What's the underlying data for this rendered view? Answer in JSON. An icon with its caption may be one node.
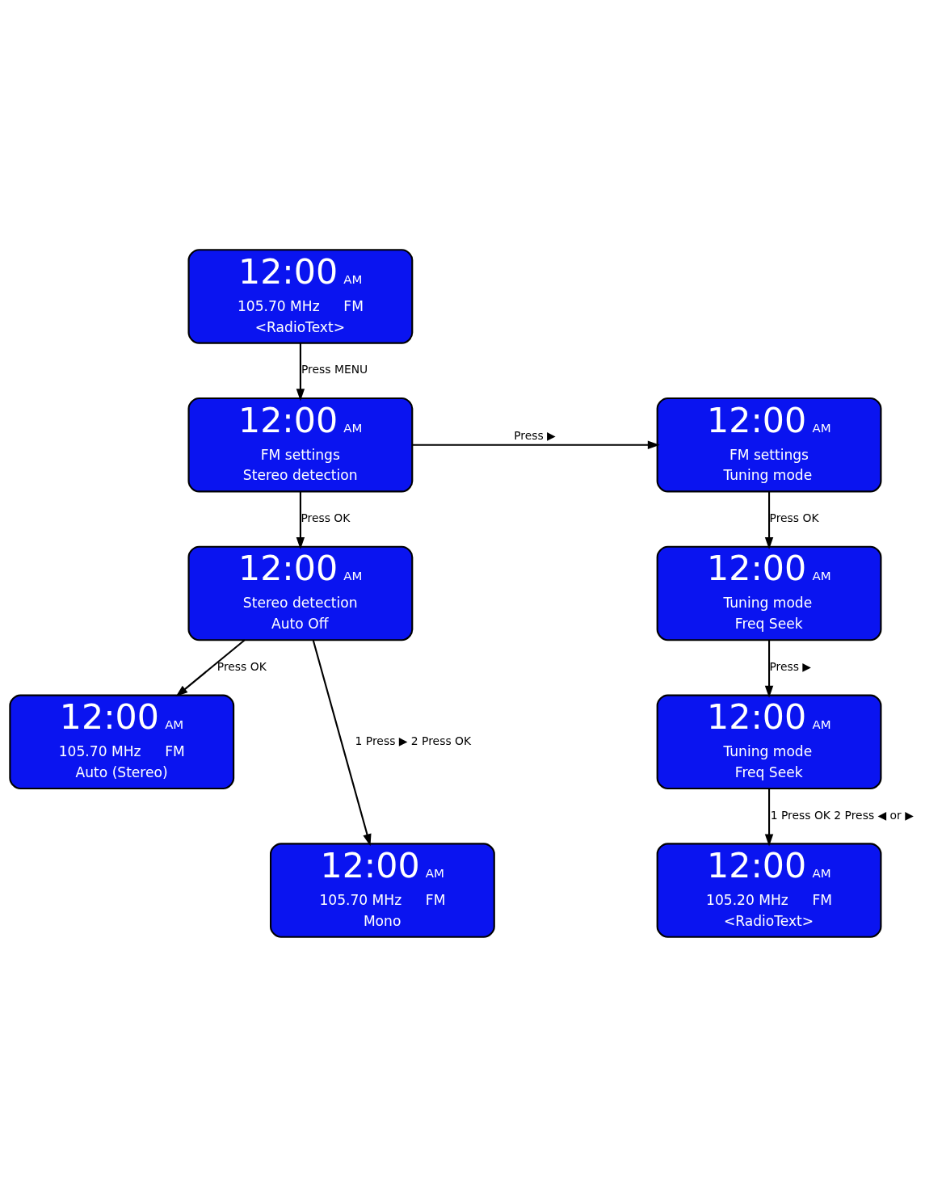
{
  "diagram": {
    "nodes": [
      {
        "text": [
          "12:00",
          "AM",
          "105.70 MHz",
          "FM",
          "<RadioText>"
        ]
      },
      {
        "text": [
          "12:00",
          "AM",
          "FM settings",
          "Stereo detection"
        ]
      },
      {
        "text": [
          "12:00",
          "AM",
          "Stereo detection",
          "Auto Off"
        ]
      },
      {
        "text": [
          "12:00",
          "AM",
          "105.70 MHz",
          "FM",
          "Auto (Stereo)"
        ]
      },
      {
        "text": [
          "12:00",
          "AM",
          "105.70 MHz",
          "FM",
          "Mono"
        ]
      },
      {
        "text": [
          "12:00",
          "AM",
          "FM settings",
          "Tuning mode"
        ]
      },
      {
        "text": [
          "12:00",
          "AM",
          "Tuning mode",
          "Freq Seek"
        ]
      },
      {
        "text": [
          "12:00",
          "AM",
          "Tuning mode",
          "Freq Seek"
        ]
      },
      {
        "text": [
          "12:00",
          "AM",
          "105.20 MHz",
          "FM",
          "<RadioText>"
        ]
      }
    ],
    "edges": [
      {
        "from": 0,
        "to": 1,
        "arrow": "to",
        "label": "Press MENU"
      },
      {
        "from": 1,
        "to": 5,
        "arrow": "to",
        "label": "Press ▶"
      },
      {
        "from": 1,
        "to": 2,
        "arrow": "to",
        "label": "Press OK"
      },
      {
        "from": 2,
        "to": 3,
        "arrow": "to",
        "label": "Press OK"
      },
      {
        "from": 2,
        "to": 4,
        "arrow": "to",
        "label": "1 Press ▶ 2 Press OK"
      },
      {
        "from": 5,
        "to": 6,
        "arrow": "to",
        "label": "Press OK"
      },
      {
        "from": 6,
        "to": 7,
        "arrow": "to",
        "label": "Press ▶"
      },
      {
        "from": 7,
        "to": 8,
        "arrow": "to",
        "label": "1 Press OK 2 Press ◀ or ▶"
      }
    ]
  }
}
